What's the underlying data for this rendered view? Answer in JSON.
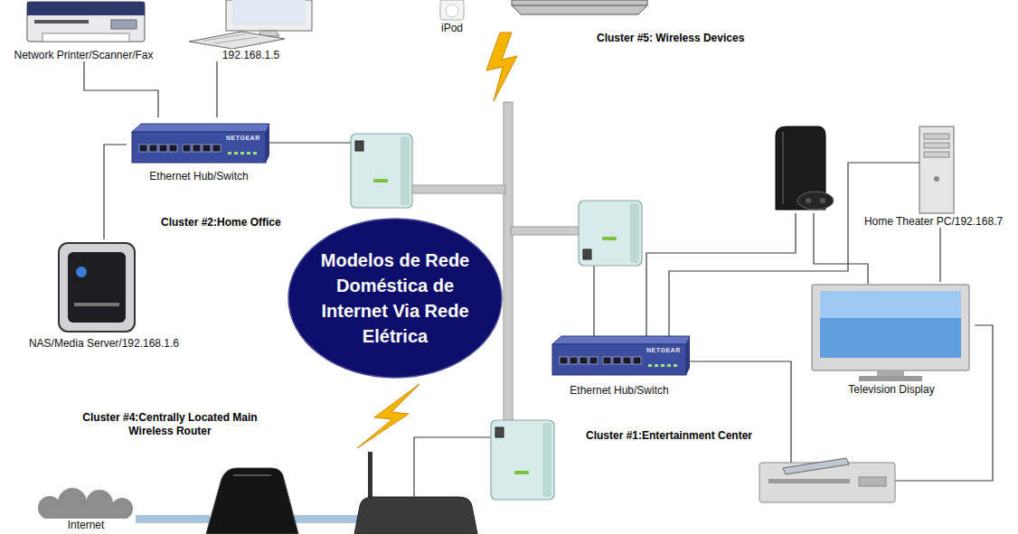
{
  "diagram": {
    "nodes": [
      {
        "text": [
          "Network Printer/Scanner/Fax"
        ]
      },
      {
        "text": [
          "192.168.1.5"
        ]
      },
      {
        "text": [
          "iPod"
        ]
      },
      {
        "text": [
          "Ethernet Hub/Switch"
        ]
      },
      {
        "text": [
          "Home Theater PC/192.168.7"
        ]
      },
      {
        "text": [
          "Modelos de Rede Doméstica de Internet Via Rede Elétrica"
        ]
      },
      {
        "text": [
          "NAS/Media Server/192.168.1.6"
        ]
      },
      {
        "text": [
          "Television Display"
        ]
      },
      {
        "text": [
          "Ethernet Hub/Switch"
        ]
      },
      {
        "text": [
          "Internet"
        ]
      }
    ],
    "edges": [
      {
        "from": 0,
        "to": 3,
        "arrow": "none"
      },
      {
        "from": 1,
        "to": 3,
        "arrow": "none"
      },
      {
        "from": 3,
        "to": 6,
        "arrow": "none"
      },
      {
        "from": 4,
        "to": 7,
        "arrow": "none"
      }
    ],
    "labels": [
      "Cluster #5: Wireless Devices",
      "NETGEAR",
      "Cluster #2:Home Office",
      "NETGEAR",
      "Cluster #4:Centrally Located Main Wireless Router",
      "Cluster #1:Entertainment Center"
    ]
  }
}
